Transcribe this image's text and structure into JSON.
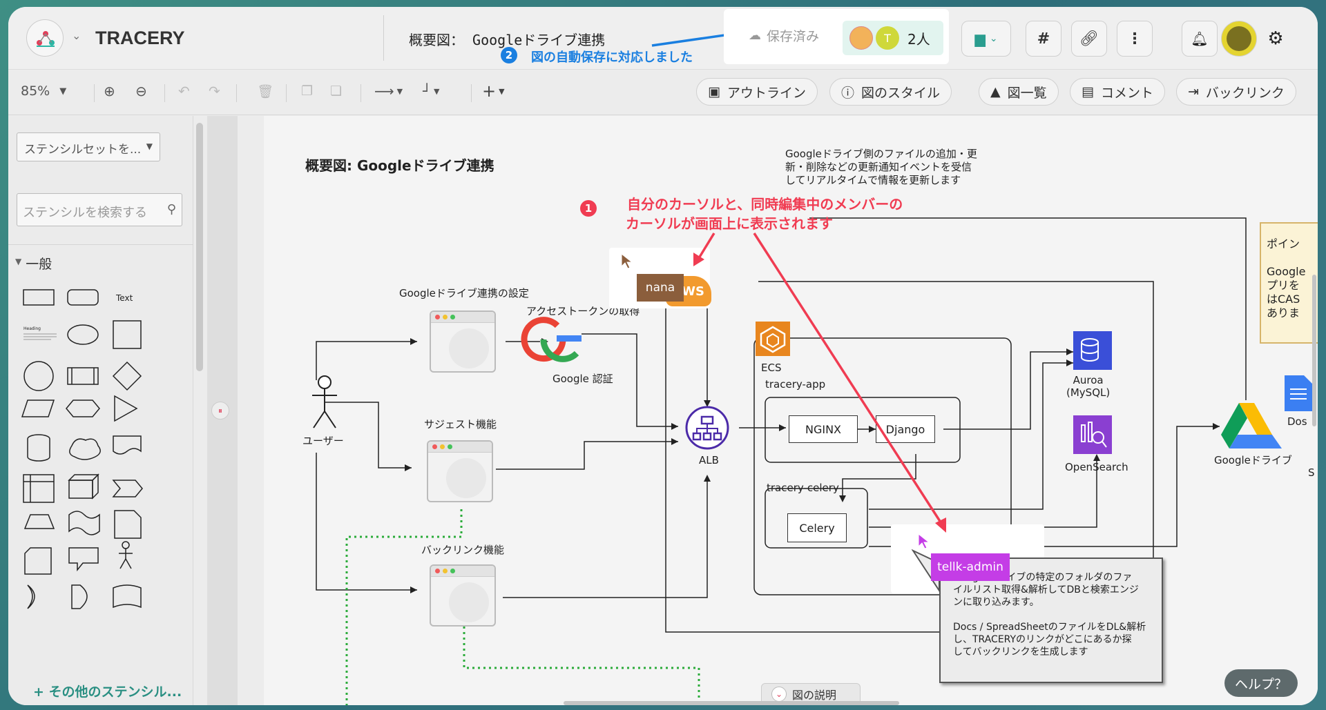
{
  "app": {
    "title": "TRACERY"
  },
  "header": {
    "doc_title": "概要図： Googleドライブ連携",
    "save_status": "保存済み",
    "member_avatar_initial": "T",
    "member_count": "2人"
  },
  "annotations": {
    "badge2": "2",
    "autosave_note": "図の自動保存に対応しました",
    "badge1": "1",
    "cursor_note_line1": "自分のカーソルと、同時編集中のメンバーの",
    "cursor_note_line2": "カーソルが画面上に表示されます"
  },
  "toolbar": {
    "zoom": "85%",
    "tabs": [
      "アウトライン",
      "図のスタイル",
      "図一覧",
      "コメント",
      "バックリンク"
    ]
  },
  "sidebar": {
    "stencil_set_placeholder": "ステンシルセットを...",
    "stencil_search_placeholder": "ステンシルを検索する",
    "section_general": "一般",
    "shape_text": "Text",
    "shape_heading": "Heading",
    "more_stencils": "その他のステンシル..."
  },
  "diagram": {
    "title": "概要図: Googleドライブ連携",
    "note_top_line1": "Googleドライブ側のファイルの追加・更",
    "note_top_line2": "新・削除などの更新通知イベントを受信",
    "note_top_line3": "してリアルタイムで情報を更新します",
    "label_gdrive_setting": "Googleドライブ連携の設定",
    "label_access_token": "アクセストークンの取得",
    "label_google_auth": "Google 認証",
    "label_user": "ユーザー",
    "label_suggest": "サジェスト機能",
    "label_backlink": "バックリンク機能",
    "label_alb": "ALB",
    "label_ecs": "ECS",
    "label_tracery_app": "tracery-app",
    "label_nginx": "NGINX",
    "label_django": "Django",
    "label_tracery_celery": "tracery-celery",
    "label_celery": "Celery",
    "label_aurora": "Auroa\n(MySQL)",
    "label_opensearch": "OpenSearch",
    "label_gdrive": "Googleドライブ",
    "label_docs": "Dos",
    "label_aws": "AWS",
    "label_point_line1": "ポイン",
    "label_point_line2": "Google",
    "label_point_line3": "プリを",
    "label_point_line4": "はCAS",
    "label_point_line5": "ありま",
    "label_s": "S",
    "note_bottom_line1": "Googleドライブの特定のフォルダのファ",
    "note_bottom_line2": "イルリスト取得&解析してDBと検索エンジ",
    "note_bottom_line3": "ンに取り込みます。",
    "note_bottom_line4": "Docs / SpreadSheetのファイルをDL&解析",
    "note_bottom_line5": "し、TRACERYのリンクがどこにあるか探",
    "note_bottom_line6": "してバックリンクを生成します",
    "cursor_nana": "nana",
    "cursor_tellk": "tellk-admin",
    "description_tab": "図の説明"
  },
  "help": {
    "label": "ヘルプ？"
  },
  "colors": {
    "accent_red": "#f03c52",
    "accent_blue": "#1a7fe0",
    "nana": "#8b5e3c",
    "tellk": "#c43de6",
    "alb": "#4b2aa8",
    "aws_orange": "#f29a2e"
  }
}
